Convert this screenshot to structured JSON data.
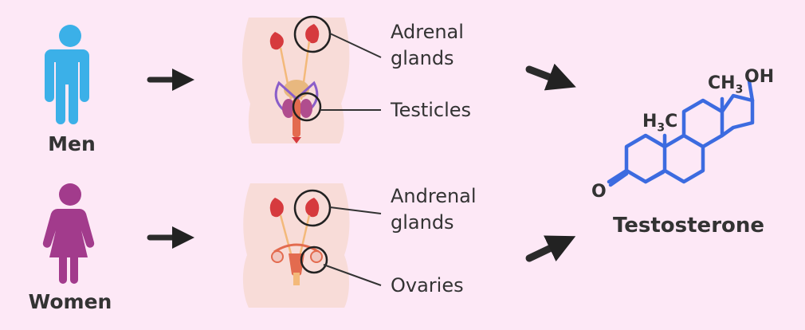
{
  "men": {
    "caption": "Men",
    "organ_labels": [
      "Adrenal\nglands",
      "Testicles"
    ]
  },
  "women": {
    "caption": "Women",
    "organ_labels": [
      "Andrenal\nglands",
      "Ovaries"
    ]
  },
  "molecule": {
    "name": "Testosterone",
    "atoms": {
      "ch3_top": {
        "main": "CH",
        "sub": "3"
      },
      "oh": "OH",
      "h3c": {
        "main": "H",
        "sub": "3",
        "tail": "C"
      },
      "oxygen": "O"
    }
  },
  "colors": {
    "background": "#fde8f6",
    "men_figure": "#3bb0e8",
    "women_figure": "#a23b8c",
    "arrow": "#333333",
    "molecule": "#3c6be0",
    "body_outline": "#f7d6d3",
    "kidney": "#d63a3e"
  },
  "icons": [
    "man-icon",
    "woman-icon",
    "male-anatomy-illustration",
    "female-anatomy-illustration",
    "testosterone-structure"
  ]
}
